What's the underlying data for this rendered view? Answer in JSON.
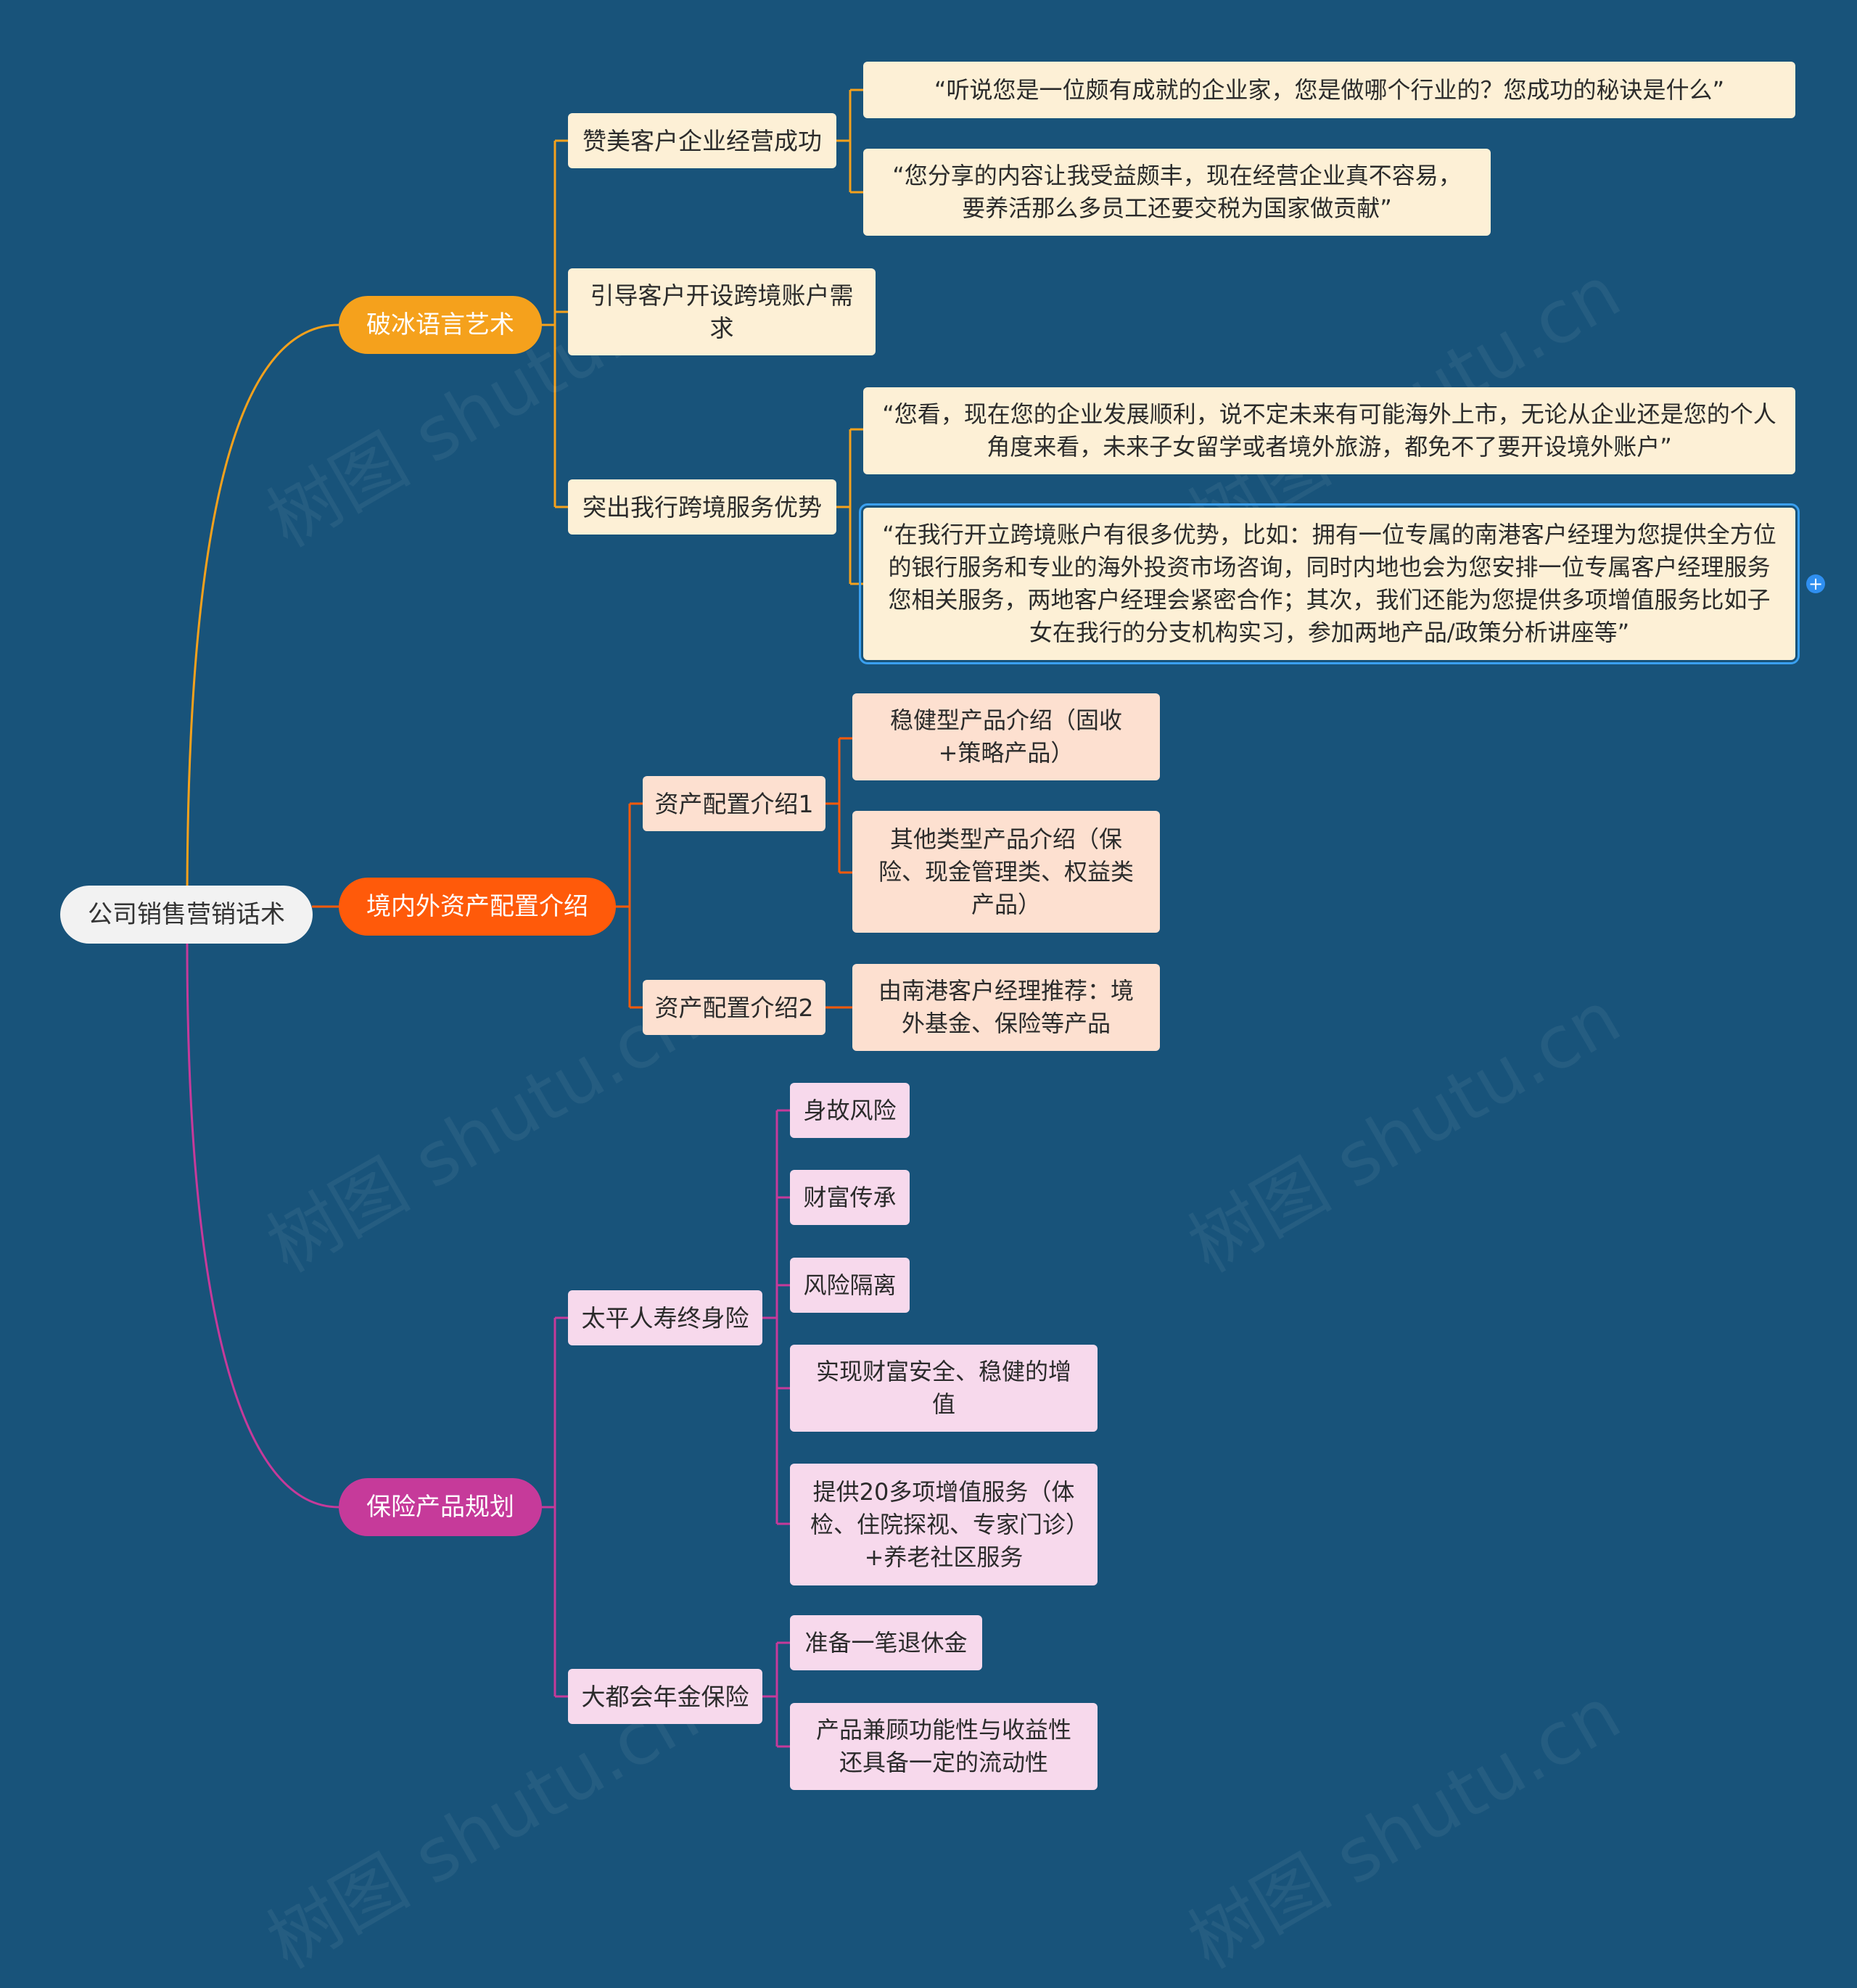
{
  "root": "公司销售营销话术",
  "colors": {
    "background": "#18537a",
    "branch_icebreak": "#f5a11c",
    "branch_asset": "#ff5a0a",
    "branch_insurance": "#c63a9a",
    "leaf_yellow": "#fdf0d6",
    "leaf_orange": "#fde0d0",
    "leaf_pink": "#f7d9ec"
  },
  "branches": [
    {
      "label": "破冰语言艺术",
      "children": [
        {
          "label": "赞美客户企业经营成功",
          "children": [
            "“听说您是一位颇有成就的企业家，您是做哪个行业的？您成功的秘诀是什么”",
            "“您分享的内容让我受益颇丰，现在经营企业真不容易，要养活那么多员工还要交税为国家做贡献”"
          ]
        },
        {
          "label": "引导客户开设跨境账户需求",
          "children": []
        },
        {
          "label": "突出我行跨境服务优势",
          "children": [
            "“您看，现在您的企业发展顺利，说不定未来有可能海外上市，无论从企业还是您的个人角度来看，未来子女留学或者境外旅游，都免不了要开设境外账户”",
            "“在我行开立跨境账户有很多优势，比如：拥有一位专属的南港客户经理为您提供全方位的银行服务和专业的海外投资市场咨询，同时内地也会为您安排一位专属客户经理服务您相关服务，两地客户经理会紧密合作；其次，我们还能为您提供多项增值服务比如子女在我行的分支机构实习，参加两地产品/政策分析讲座等”"
          ]
        }
      ]
    },
    {
      "label": "境内外资产配置介绍",
      "children": [
        {
          "label": "资产配置介绍1",
          "children": [
            "稳健型产品介绍（固收+策略产品）",
            "其他类型产品介绍（保险、现金管理类、权益类产品）"
          ]
        },
        {
          "label": "资产配置介绍2",
          "children": [
            "由南港客户经理推荐：境外基金、保险等产品"
          ]
        }
      ]
    },
    {
      "label": "保险产品规划",
      "children": [
        {
          "label": "太平人寿终身险",
          "children": [
            "身故风险",
            "财富传承",
            "风险隔离",
            "实现财富安全、稳健的增值",
            "提供20多项增值服务（体检、住院探视、专家门诊）+养老社区服务"
          ]
        },
        {
          "label": "大都会年金保险",
          "children": [
            "准备一笔退休金",
            "产品兼顾功能性与收益性还具备一定的流动性"
          ]
        }
      ]
    }
  ]
}
